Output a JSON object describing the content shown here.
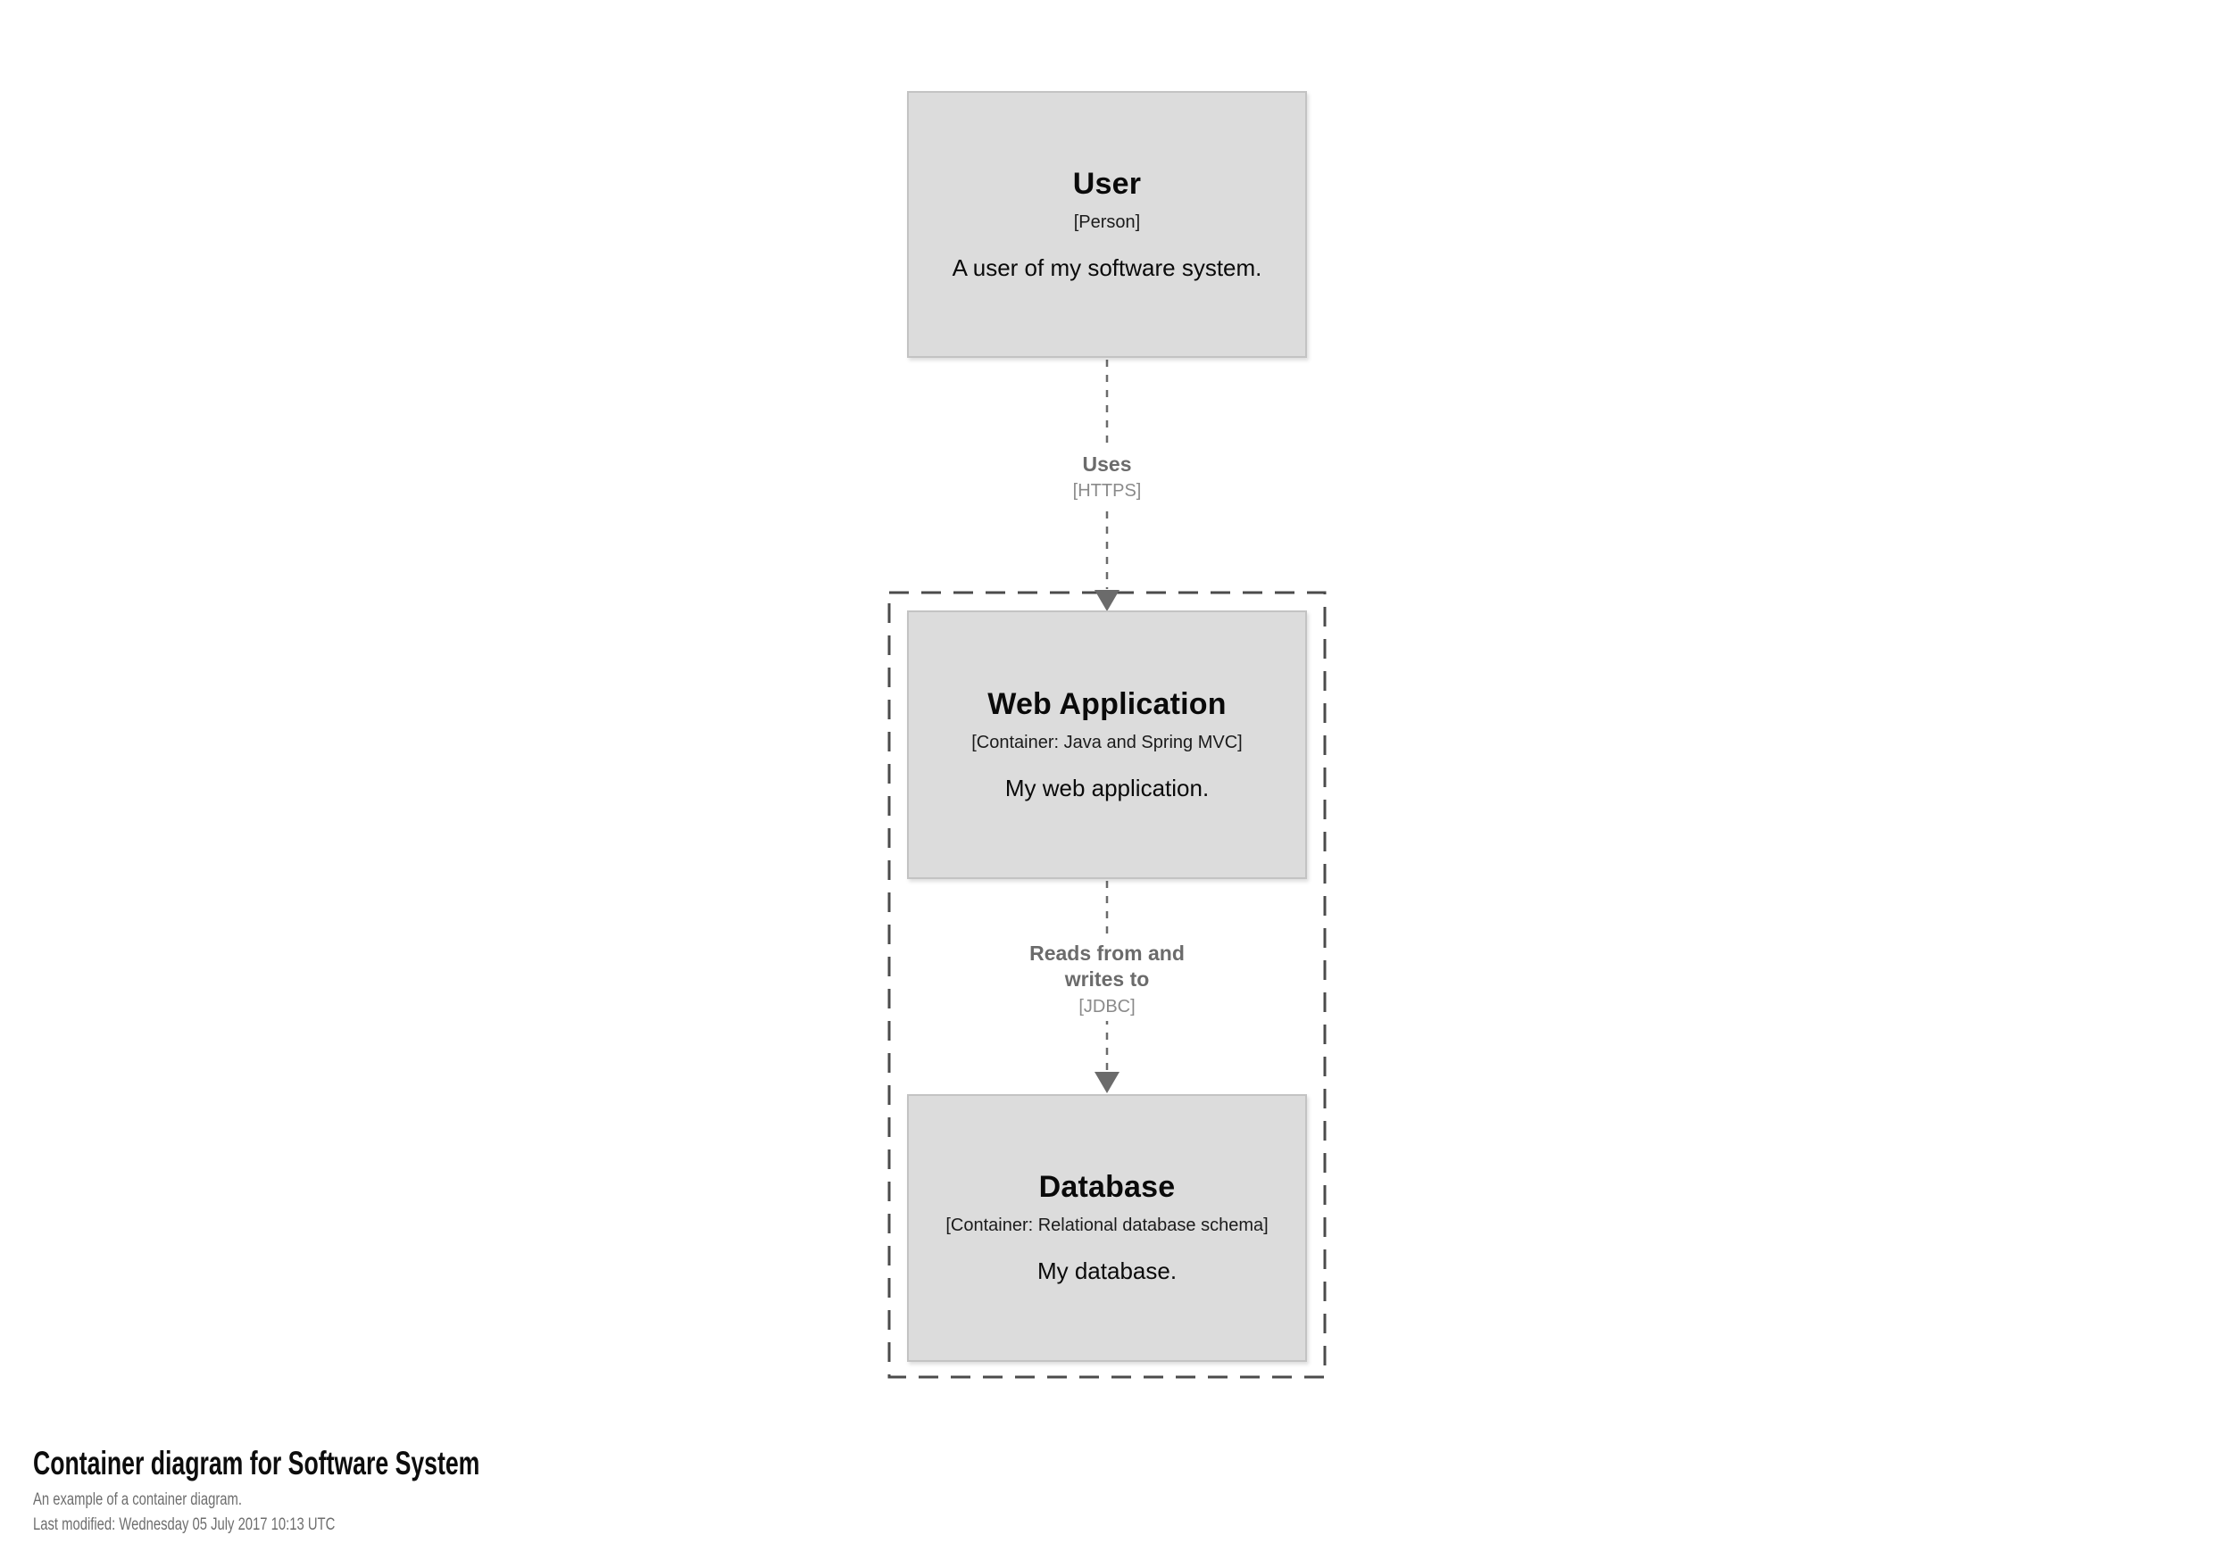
{
  "diagram": {
    "nodes": [
      {
        "name": "User",
        "metadata": "[Person]",
        "description": "A user of my software system."
      },
      {
        "name": "Web Application",
        "metadata": "[Container: Java and Spring MVC]",
        "description": "My web application."
      },
      {
        "name": "Database",
        "metadata": "[Container: Relational database schema]",
        "description": "My database."
      }
    ],
    "relationships": [
      {
        "label": "Uses",
        "technology": "[HTTPS]"
      },
      {
        "label": "Reads from and writes to",
        "technology": "[JDBC]"
      }
    ],
    "colors": {
      "node_fill": "#dcdcdc",
      "node_border": "#c3c3c3",
      "node_text": "#0a0a0a",
      "relationship": "#6b6b6b",
      "relationship_technology": "#8a8a8a",
      "boundary": "#4b4b4b",
      "footer_muted": "#6e6e6e"
    }
  },
  "footer": {
    "title": "Container diagram for Software System",
    "subtitle": "An example of a container diagram.",
    "last_modified": "Last modified: Wednesday 05 July 2017 10:13 UTC"
  }
}
